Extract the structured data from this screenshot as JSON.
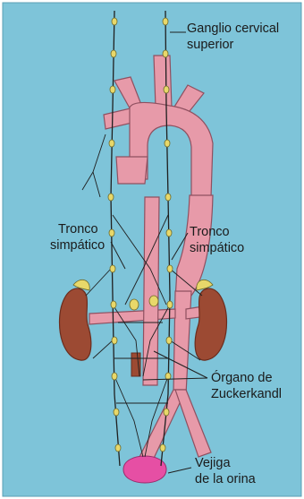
{
  "labels": {
    "ganglio_cervical": {
      "line1": "Ganglio cervical",
      "line2": "superior"
    },
    "tronco_left": {
      "line1": "Tronco",
      "line2": "simpático"
    },
    "tronco_right": {
      "line1": "Tronco",
      "line2": "simpático"
    },
    "organo": {
      "line1": "Órgano de",
      "line2": "Zuckerkandl"
    },
    "vejiga": {
      "line1": "Vejiga",
      "line2": "de la orina"
    }
  },
  "colors": {
    "background": "#7ec4d9",
    "vessel": "#e79aa9",
    "vessel_outline": "#8f5060",
    "kidney": "#9c4a33",
    "ganglion": "#e8d86a",
    "nerve": "#1f1f1f",
    "bladder": "#e64fa4"
  }
}
